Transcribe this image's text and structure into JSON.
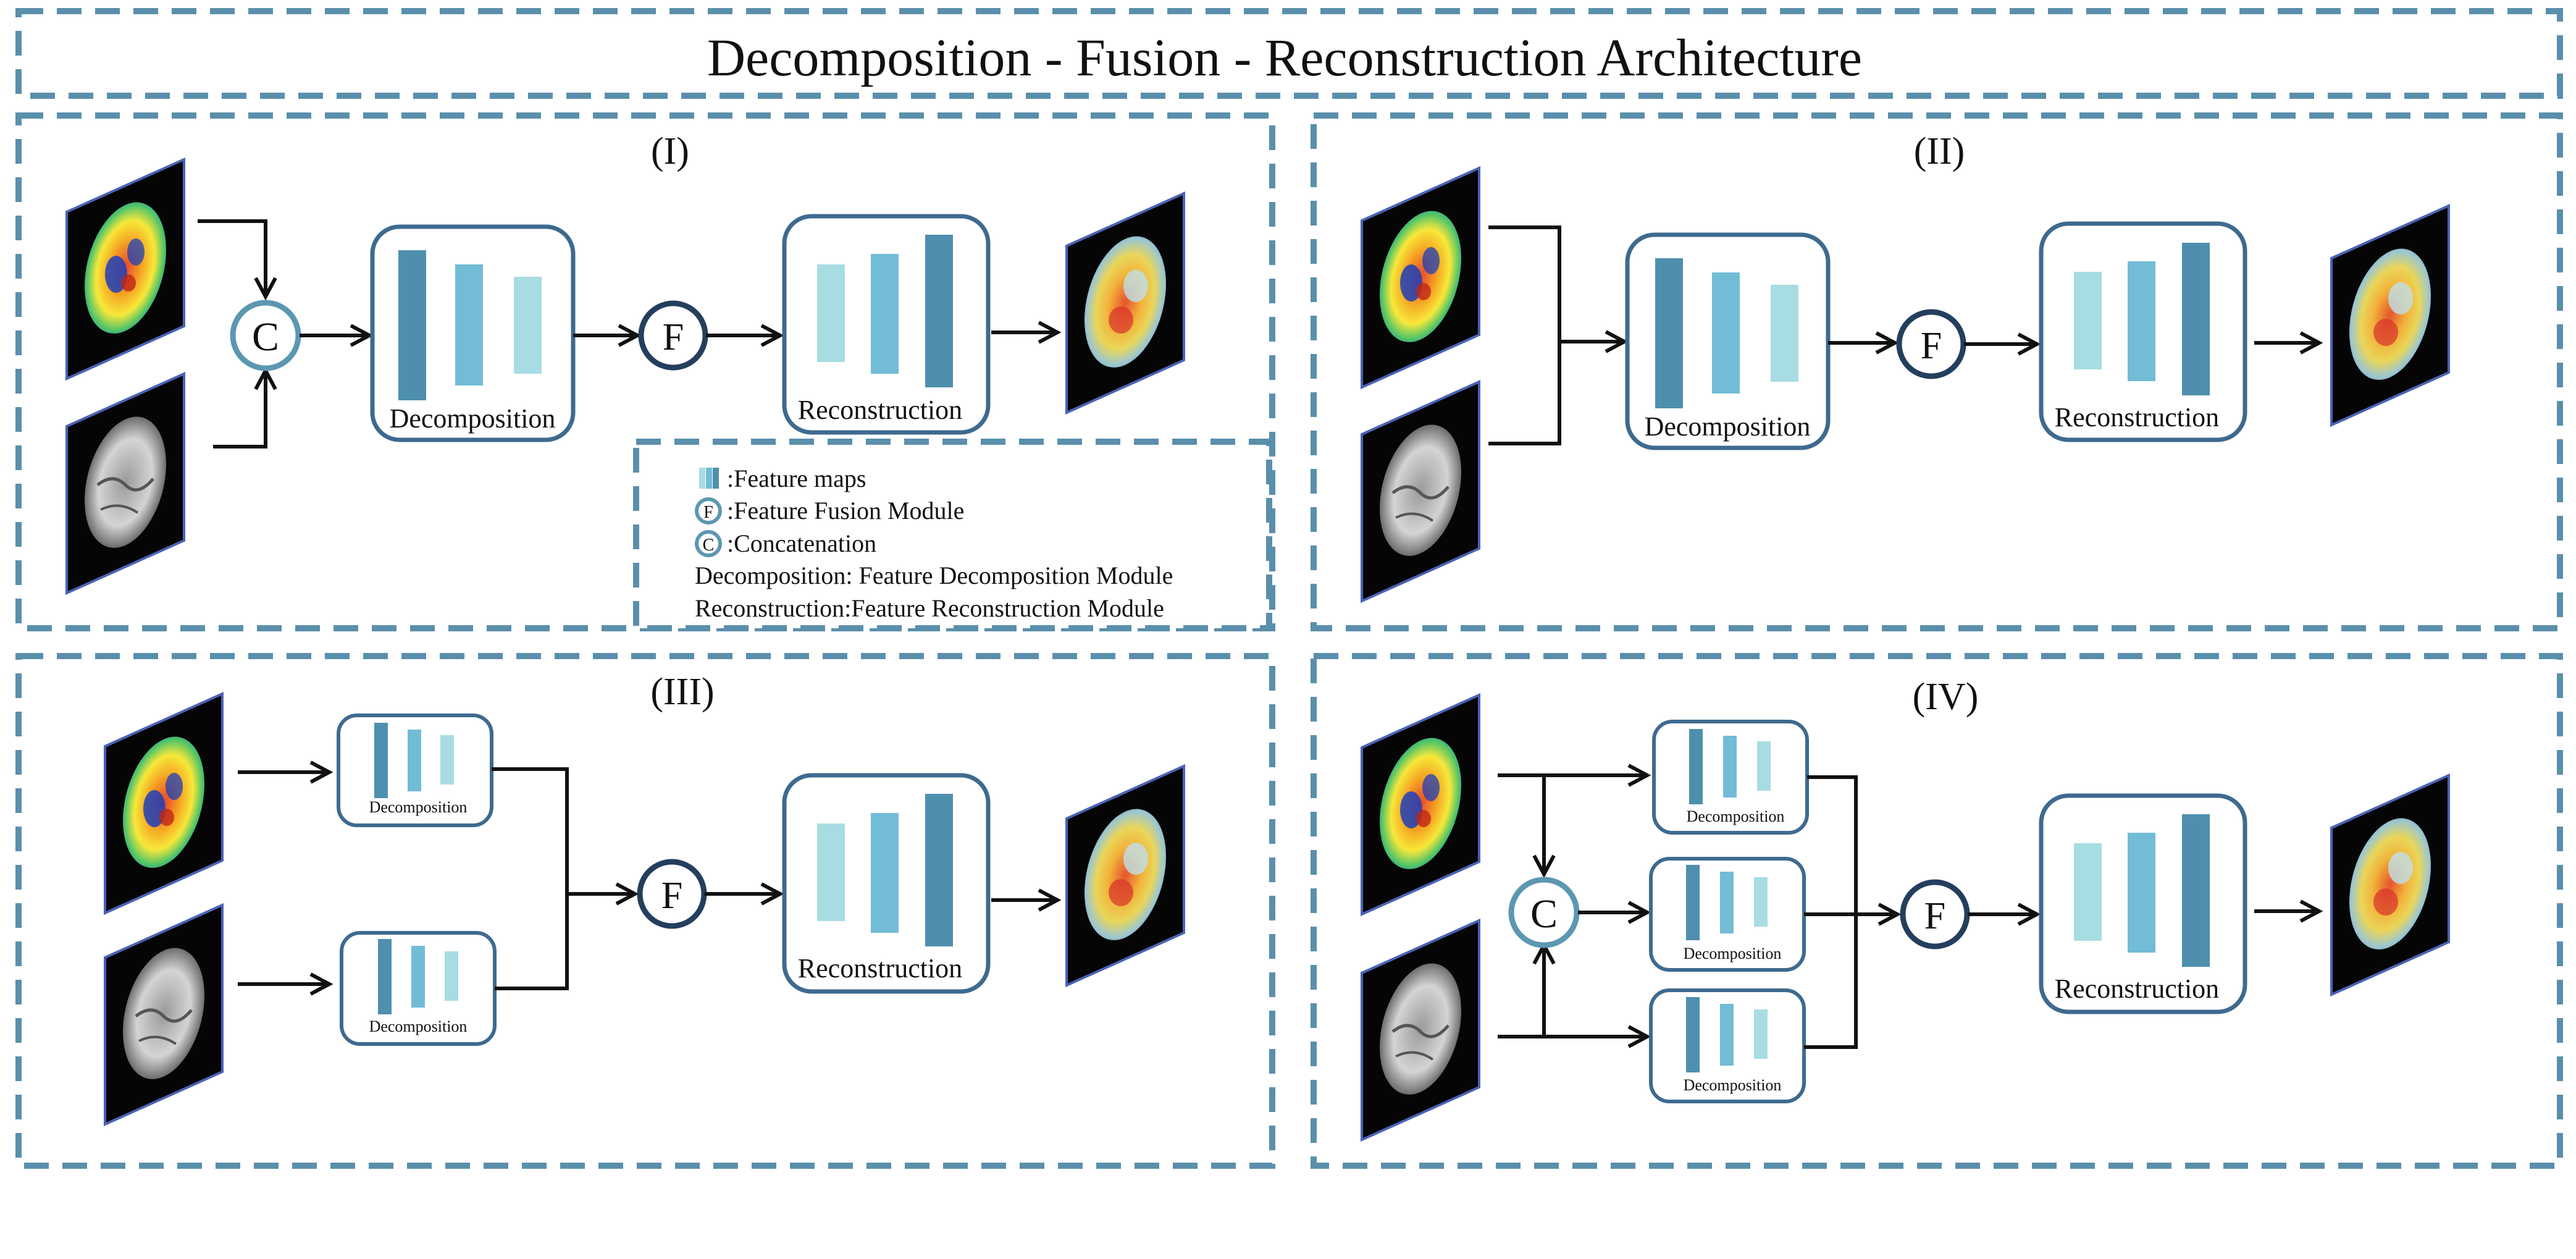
{
  "title": "Decomposition - Fusion - Reconstruction Architecture",
  "panels": {
    "p1": {
      "label": "(I)"
    },
    "p2": {
      "label": "(II)"
    },
    "p3": {
      "label": "(III)"
    },
    "p4": {
      "label": "(IV)"
    }
  },
  "blocks": {
    "decomposition": "Decomposition",
    "reconstruction": "Reconstruction"
  },
  "nodes": {
    "concat": "C",
    "fusion": "F"
  },
  "legend": {
    "feature_maps": ":Feature maps",
    "fusion": ":Feature Fusion Module",
    "concat": ":Concatenation",
    "decomposition": "Decomposition: Feature Decomposition Module",
    "reconstruction": "Reconstruction:Feature Reconstruction Module"
  },
  "colors": {
    "frame": "#5a8fab",
    "block_border": "#3e6a8f",
    "bar_dark": "#4f8fae",
    "bar_mid": "#72bcd6",
    "bar_light": "#a8dce3",
    "node_c_border": "#5c97b1",
    "node_f_border": "#243e5e"
  },
  "icons": {
    "mri_functional": "pet-brain-scan-icon",
    "mri_structural": "mri-brain-scan-icon",
    "mri_fused": "fused-brain-scan-icon"
  }
}
